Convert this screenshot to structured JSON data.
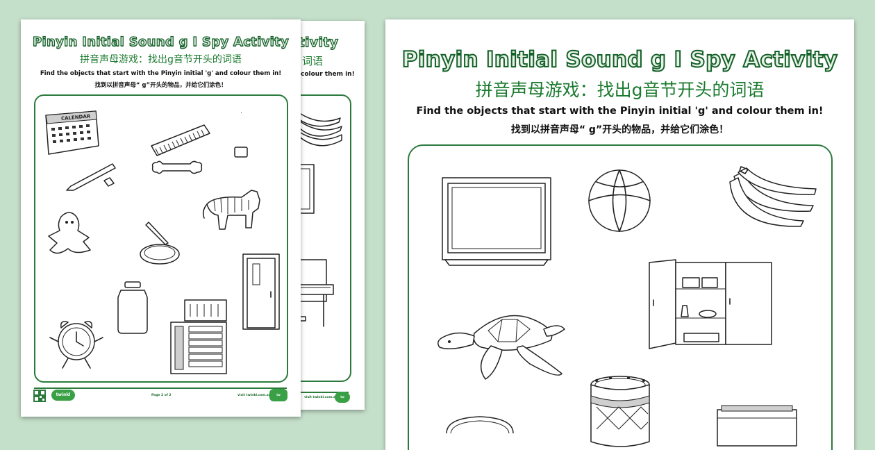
{
  "right": {
    "title": "Pinyin Initial Sound g I Spy Activity",
    "cn_title": "拼音声母游戏：找出g音节开头的词语",
    "instruction": "Find the objects that start with the Pinyin initial 'g' and colour them in!",
    "instruction_cn": "找到以拼音声母“ g”开头的物品，并给它们涂色！"
  },
  "left": {
    "title": "Pinyin Initial Sound g I Spy Activity",
    "cn_title": "拼音声母游戏：找出g音节开头的词语",
    "instruction": "Find the objects that start with the Pinyin initial 'g' and colour them in!",
    "instruction_cn": "找到以拼音声母“ g”开头的物品，并给它们涂色！",
    "footer_page": "Page 2 of 2",
    "footer_url": "visit twinkl.com.sg",
    "logo": "twinkl",
    "calendar_label": "CALENDAR"
  },
  "back": {
    "title_frag": "ctivity",
    "cn_frag": "词语",
    "instr_frag": "colour them in!",
    "footer_url": "visit twinkl.com.sg"
  },
  "colors": {
    "background": "#c4dfca",
    "accent_green": "#2b7a3c",
    "title_green": "#1a7a2e"
  }
}
